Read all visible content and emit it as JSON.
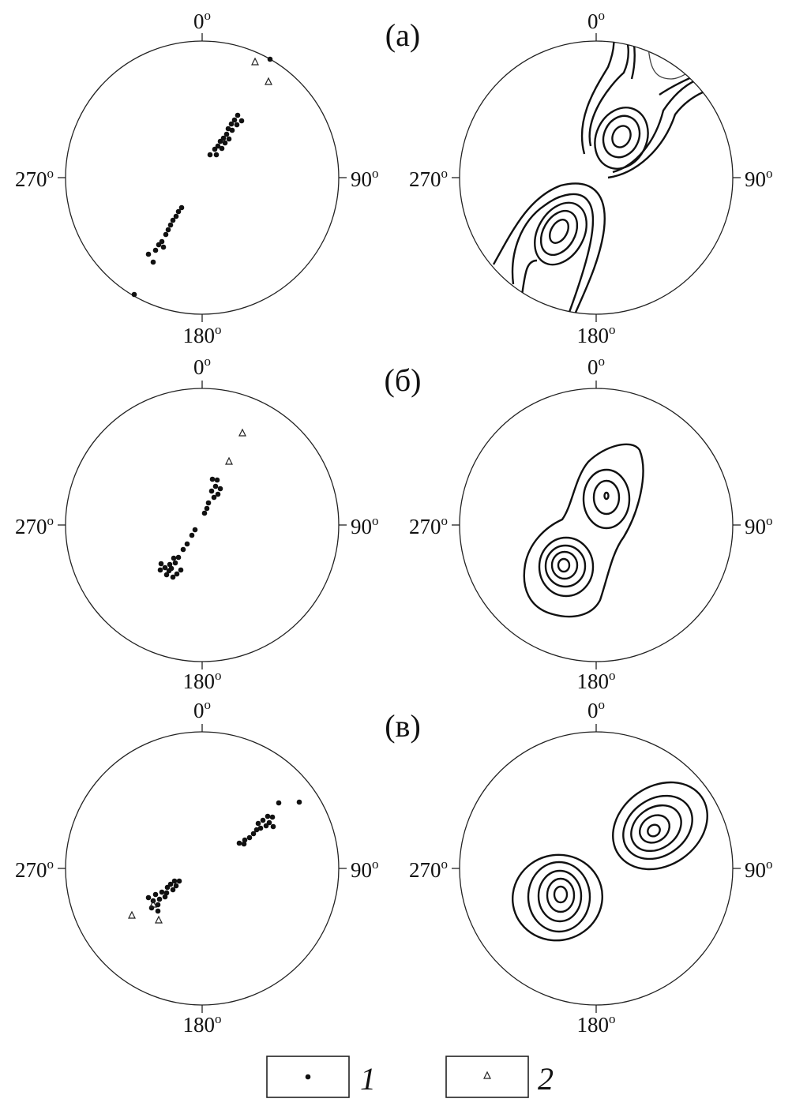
{
  "panels": [
    {
      "label": "(а)"
    },
    {
      "label": "(б)"
    },
    {
      "label": "(в)"
    }
  ],
  "directions": {
    "north": "0",
    "east": "90",
    "south": "180",
    "west": "270",
    "degree_mark": "o"
  },
  "legend": {
    "items": [
      {
        "symbol": "filled-dot",
        "label": "1"
      },
      {
        "symbol": "open-triangle",
        "label": "2"
      }
    ]
  }
}
